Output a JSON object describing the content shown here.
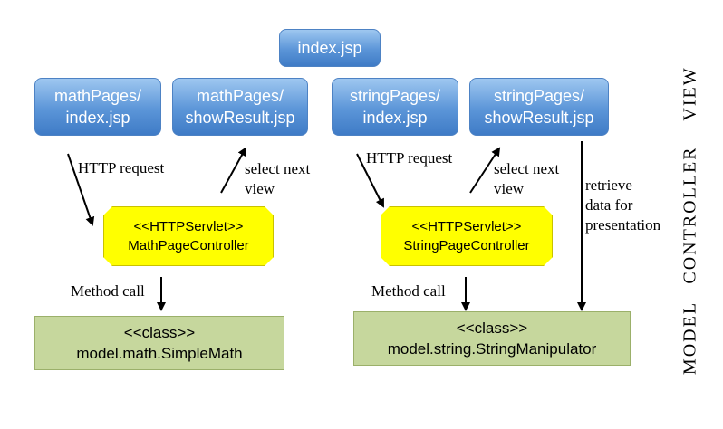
{
  "view": {
    "index": "index.jsp",
    "math_index": [
      "mathPages/",
      "index.jsp"
    ],
    "math_result": [
      "mathPages/",
      "showResult.jsp"
    ],
    "string_index": [
      "stringPages/",
      "index.jsp"
    ],
    "string_result": [
      "stringPages/",
      "showResult.jsp"
    ]
  },
  "controller": {
    "math": [
      "<<HTTPServlet>>",
      "MathPageController"
    ],
    "string": [
      "<<HTTPServlet>>",
      "StringPageController"
    ]
  },
  "model": {
    "math": [
      "<<class>>",
      "model.math.SimpleMath"
    ],
    "string": [
      "<<class>>",
      "model.string.StringManipulator"
    ]
  },
  "labels": {
    "http_request": "HTTP request",
    "select_next_view": [
      "select next",
      "view"
    ],
    "method_call": "Method call",
    "retrieve": [
      "retrieve",
      "data for",
      "presentation"
    ]
  },
  "layers": {
    "view": "VIEW",
    "controller": "CONTROLLER",
    "model": "MODEL"
  }
}
